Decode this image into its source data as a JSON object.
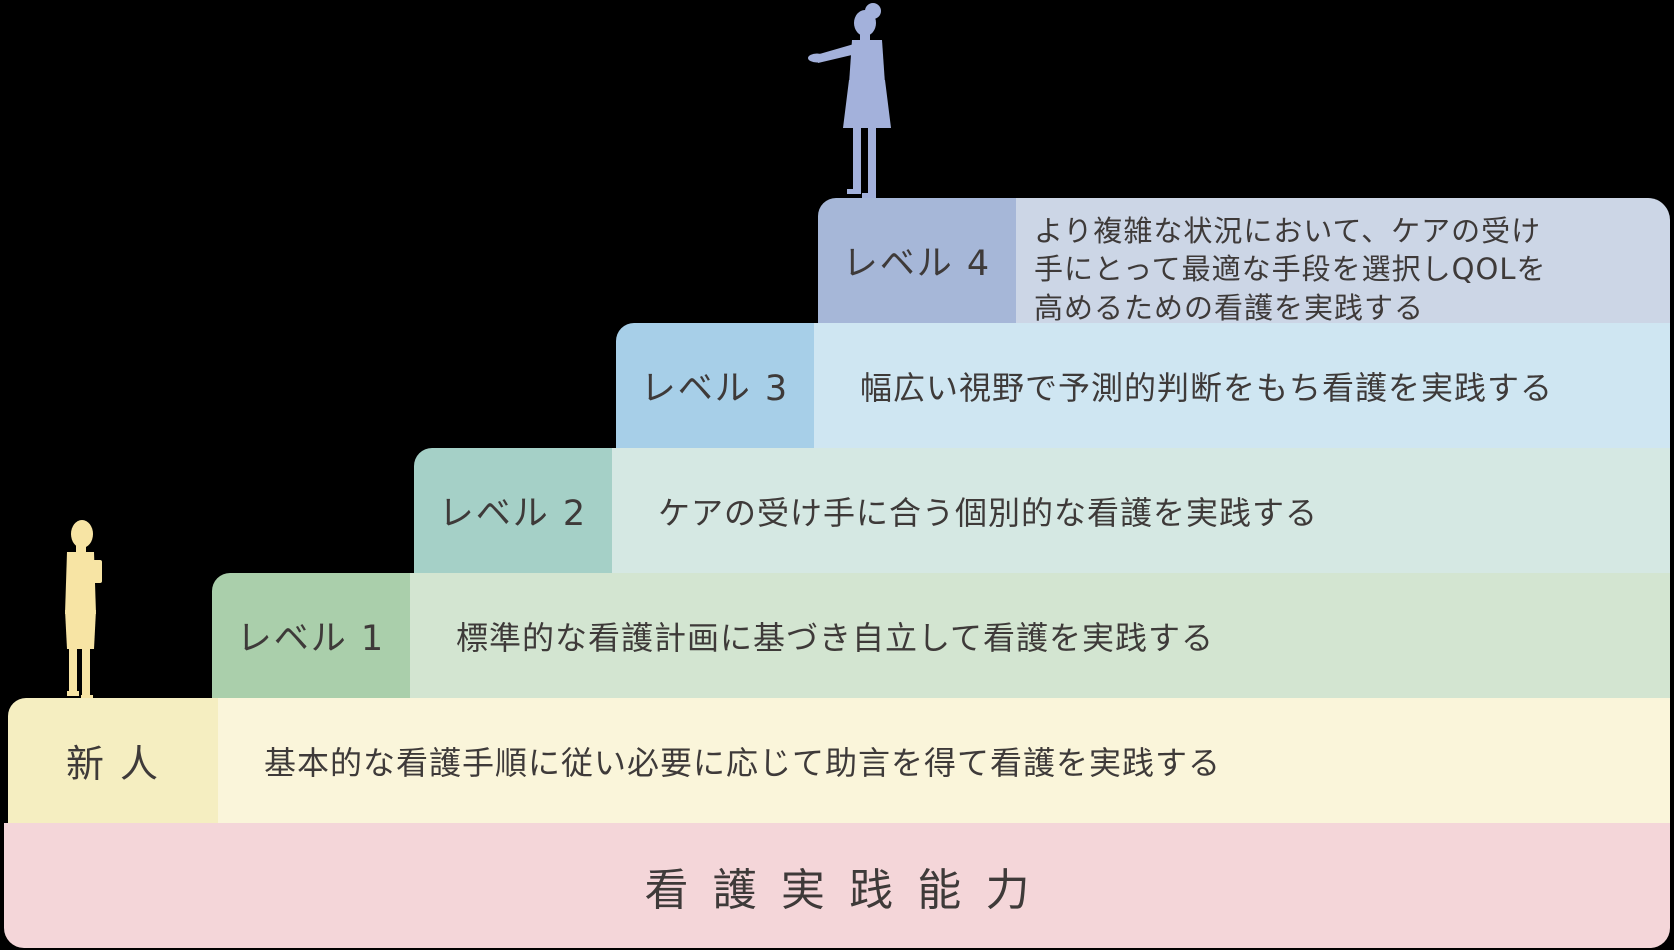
{
  "background_color": "#000000",
  "text_color": "#3e3a39",
  "base_bar": {
    "label": "看護実践能力",
    "color": "#f4d6d9"
  },
  "steps": [
    {
      "id": "shinjin",
      "label": "新 人",
      "description": "基本的な看護手順に従い必要に応じて助言を得て看護を実践する",
      "label_color": "#f5eec1",
      "desc_color": "#faf5da"
    },
    {
      "id": "level1",
      "label": "レベル 1",
      "description": "標準的な看護計画に基づき自立して看護を実践する",
      "label_color": "#aacfab",
      "desc_color": "#d3e5d1"
    },
    {
      "id": "level2",
      "label": "レベル 2",
      "description": "ケアの受け手に合う個別的な看護を実践する",
      "label_color": "#a5d0c7",
      "desc_color": "#d5e8e3"
    },
    {
      "id": "level3",
      "label": "レベル 3",
      "description": "幅広い視野で予測的判断をもち看護を実践する",
      "label_color": "#a7cfe8",
      "desc_color": "#cfe6f2"
    },
    {
      "id": "level4",
      "label": "レベル 4",
      "description": "より複雑な状況において、ケアの受け手にとって最適な手段を選択しQOLを高めるための看護を実践する",
      "description_lines": [
        "より複雑な状況において、ケアの受け",
        "手にとって最適な手段を選択しQOLを",
        "高めるための看護を実践する"
      ],
      "label_color": "#a6b7d8",
      "desc_color": "#ccd6e6"
    }
  ],
  "figures": {
    "senior_nurse": {
      "color": "#a3b1db"
    },
    "novice_nurse": {
      "color": "#f7e4a4"
    }
  }
}
